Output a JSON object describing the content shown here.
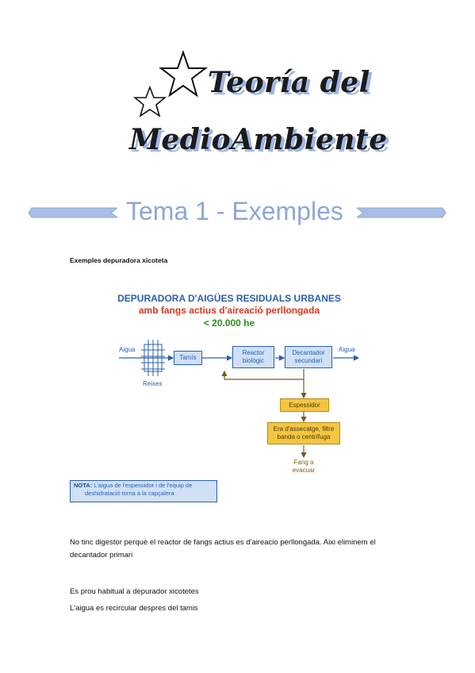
{
  "header": {
    "title_line1": "Teoría del",
    "title_line2": "MedioAmbiente"
  },
  "tema_title": "Tema 1 - Exemples",
  "section_heading": "Exemples depuradora xicoteta",
  "diagram": {
    "title1": "DEPURADORA D'AIGÜES RESIDUALS URBANES",
    "title2": "amb fangs actius d'aireació perllongada",
    "title3": "< 20.000 he",
    "input_label": "Aigua",
    "output_label": "Aigua",
    "reixes_label": "Reixes",
    "tamis": "Tamís",
    "reactor_l1": "Reactor",
    "reactor_l2": "biològic",
    "decantador_l1": "Decantador",
    "decantador_l2": "secundari",
    "espessidor": "Espessidor",
    "era_l1": "Era d'assecatge, filtre",
    "era_l2": "banda o centrífuga",
    "fang_l1": "Fang a",
    "fang_l2": "evacuar",
    "note_bold": "NOTA:",
    "note_l1": "L'aigua de l'espessidor i de l'equip de",
    "note_l2": "deshidratació torna a la capçalera",
    "colors": {
      "blue": "#2a5fae",
      "red": "#d9371f",
      "green": "#2e8b1f",
      "yellow": "#f4c542"
    }
  },
  "paragraphs": {
    "p1_l1": "No tinc digestor perquè el reactor de fangs actius es d'aireacio perllongada. Aixi eliminem el",
    "p1_l2": "decantador primari",
    "p2": "Es prou habitual a depurador xicotetes",
    "p3": "L'aigua es recircular despres del tamis"
  }
}
